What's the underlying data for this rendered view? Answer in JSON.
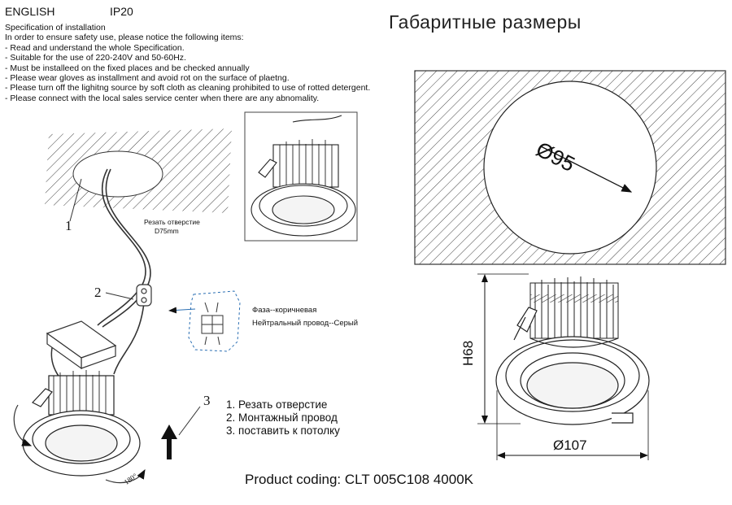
{
  "header": {
    "language": "ENGLISH",
    "ip_rating": "IP20"
  },
  "spec": {
    "title": "Specification of installation",
    "intro": "In order to ensure safety use, please notice the following items:",
    "items": [
      "- Read and understand the whole Specification.",
      "- Suitable for the use of 220-240V and 50-60Hz.",
      "- Must be installeed on the fixed places and be checked annually",
      "- Please wear gloves as installment and avoid rot on the surface of plaetng.",
      "- Please turn off the lighitng source by soft cloth as cleaning prohibited to use of rotted detergent.",
      "- Please connect with the local sales service center when there are any abnomality."
    ]
  },
  "dimensions": {
    "title": "Габаритные размеры",
    "cutout_diameter": "Ø95",
    "height": "H68",
    "outer_diameter": "Ø107"
  },
  "install": {
    "hole_label": "Резать отверстие",
    "hole_size": "D75mm",
    "callouts": [
      "1",
      "2",
      "3"
    ],
    "wire_phase": "Фаза--коричневая",
    "wire_neutral": "Нейтральный провод--Серый",
    "rotation_label": "180°",
    "steps": [
      "1.  Резать отверстие",
      "2.  Монтажный провод",
      "3.  поставить к потолку"
    ]
  },
  "footer": {
    "coding": "Product coding: CLT 005C108 4000K"
  }
}
